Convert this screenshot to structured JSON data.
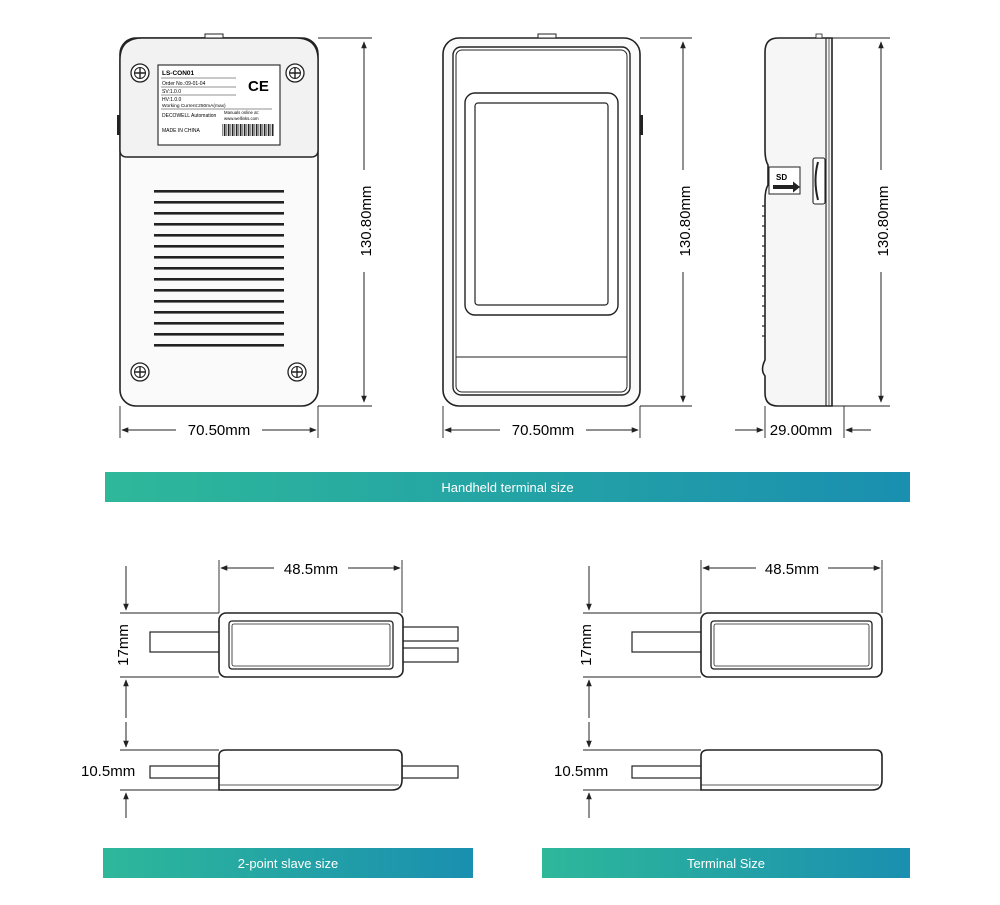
{
  "colors": {
    "banner_start": "#2eb89a",
    "banner_end": "#1a8fb0",
    "line": "#222222",
    "fill": "#f4f4f4"
  },
  "handheld": {
    "back_label": {
      "model": "LS-CON01",
      "order_no": "Order No.:09-01-04",
      "sv": "SV:1.0.0",
      "hv": "HV:1.0.0",
      "current": "Working Current:250mA(max)",
      "company": "DECOWELL Automation",
      "manuals": "Manuals online at:",
      "website": "www.wellinks.com",
      "origin": "MADE IN CHINA",
      "ce_mark": "CE"
    },
    "sd_label": "SD",
    "dims": {
      "back_width": "70.50mm",
      "back_height": "130.80mm",
      "front_width": "70.50mm",
      "front_height": "130.80mm",
      "side_width": "29.00mm",
      "side_height": "130.80mm"
    }
  },
  "slave": {
    "width": "48.5mm",
    "height": "17mm",
    "thickness": "10.5mm"
  },
  "terminal": {
    "width": "48.5mm",
    "height": "17mm",
    "thickness": "10.5mm"
  },
  "banners": {
    "handheld": "Handheld terminal size",
    "slave": "2-point slave size",
    "terminal": "Terminal Size"
  }
}
